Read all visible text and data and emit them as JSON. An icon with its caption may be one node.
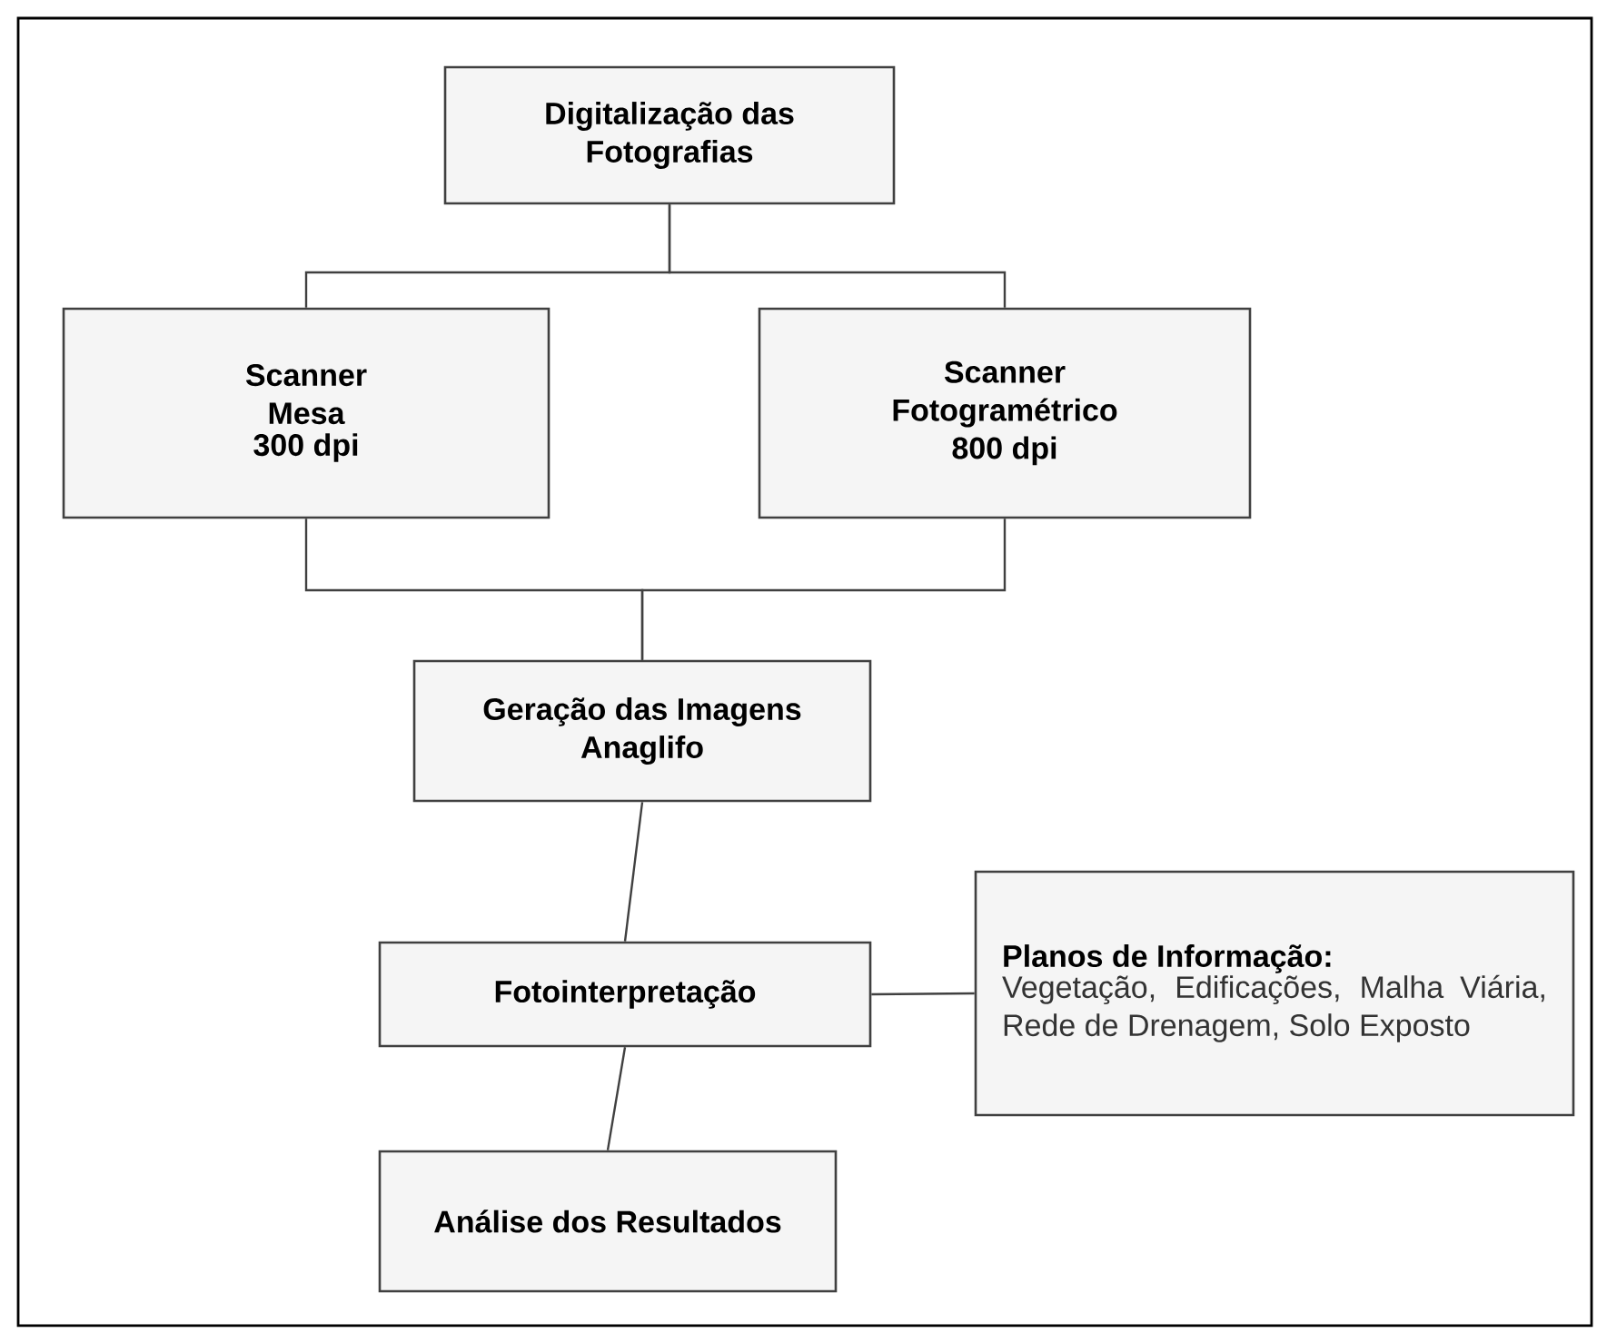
{
  "diagram": {
    "nodes": [
      {
        "text": [
          "Digitalização das Fotografias"
        ]
      },
      {
        "text": [
          "Scanner Mesa",
          "300 dpi"
        ]
      },
      {
        "text": [
          "Scanner Fotogramétrico",
          "800 dpi"
        ]
      },
      {
        "text": [
          "Geração das Imagens Anaglifo"
        ]
      },
      {
        "text": [
          "Fotointerpretação"
        ]
      },
      {
        "text": [
          "Planos de Informação:",
          "Vegetação, Edificações, Malha Viária, Rede de Drenagem, Solo Exposto"
        ]
      },
      {
        "text": [
          "Análise dos Resultados"
        ]
      }
    ],
    "edges": [
      {
        "from": 0,
        "to": 1,
        "arrow": "none"
      },
      {
        "from": 0,
        "to": 2,
        "arrow": "none"
      },
      {
        "from": 1,
        "to": 3,
        "arrow": "none"
      },
      {
        "from": 2,
        "to": 3,
        "arrow": "none"
      },
      {
        "from": 3,
        "to": 4,
        "arrow": "none"
      },
      {
        "from": 4,
        "to": 5,
        "arrow": "none"
      },
      {
        "from": 4,
        "to": 6,
        "arrow": "none"
      }
    ]
  }
}
